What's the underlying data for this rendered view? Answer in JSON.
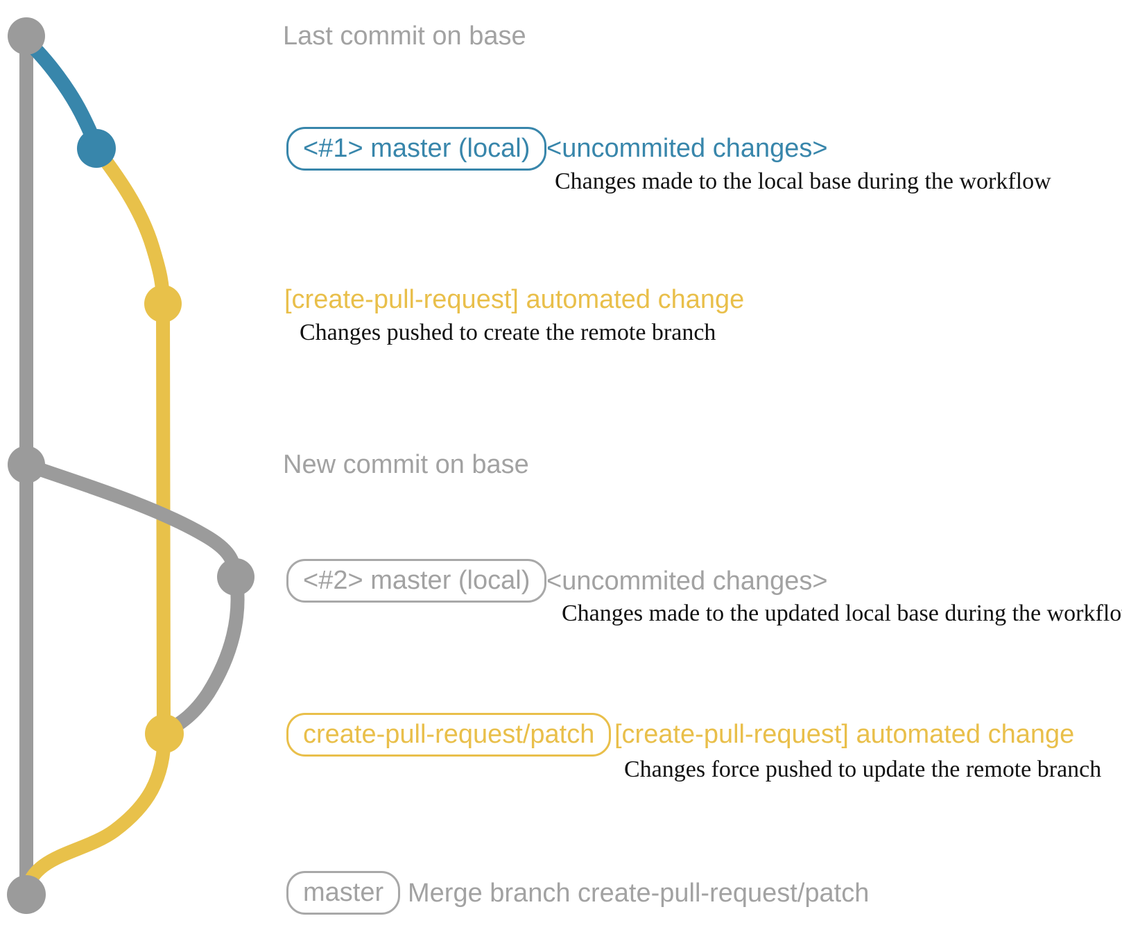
{
  "colors": {
    "base_branch_gray": "#9b9b9b",
    "gray_label_text": "#a2a2a2",
    "local_master_blue": "#3886ab",
    "pull_request_yellow": "#e9bf4a",
    "description_text": "#111111",
    "background": "#ffffff"
  },
  "rows": {
    "row1": {
      "label": "Last commit on base"
    },
    "row2": {
      "badge": "<#1> master (local)",
      "note": "<uncommited changes>",
      "desc": "Changes made to the local base during the workflow"
    },
    "row3": {
      "title": "[create-pull-request] automated change",
      "desc": "Changes pushed to create the remote branch"
    },
    "row4": {
      "label": "New commit on base"
    },
    "row5": {
      "badge": "<#2> master (local)",
      "note": "<uncommited changes>",
      "desc": "Changes made to the updated local base during the workflow"
    },
    "row6": {
      "badge": "create-pull-request/patch",
      "title": "[create-pull-request] automated change",
      "desc": "Changes force pushed to update the remote branch"
    },
    "row7": {
      "badge": "master",
      "label": "Merge branch create-pull-request/patch"
    }
  },
  "graph": {
    "branches": [
      {
        "name": "base",
        "color": "#9b9b9b"
      },
      {
        "name": "master-local",
        "color": "#3886ab"
      },
      {
        "name": "create-pull-request-patch",
        "color": "#e9bf4a"
      }
    ],
    "commit_dots": [
      {
        "name": "last-commit-on-base",
        "color": "gray"
      },
      {
        "name": "local-uncommitted-changes-1",
        "color": "blue"
      },
      {
        "name": "automated-change-push",
        "color": "yellow"
      },
      {
        "name": "new-commit-on-base",
        "color": "gray"
      },
      {
        "name": "local-uncommitted-changes-2",
        "color": "gray"
      },
      {
        "name": "automated-change-force-push",
        "color": "yellow"
      },
      {
        "name": "merge-commit",
        "color": "gray"
      }
    ]
  }
}
